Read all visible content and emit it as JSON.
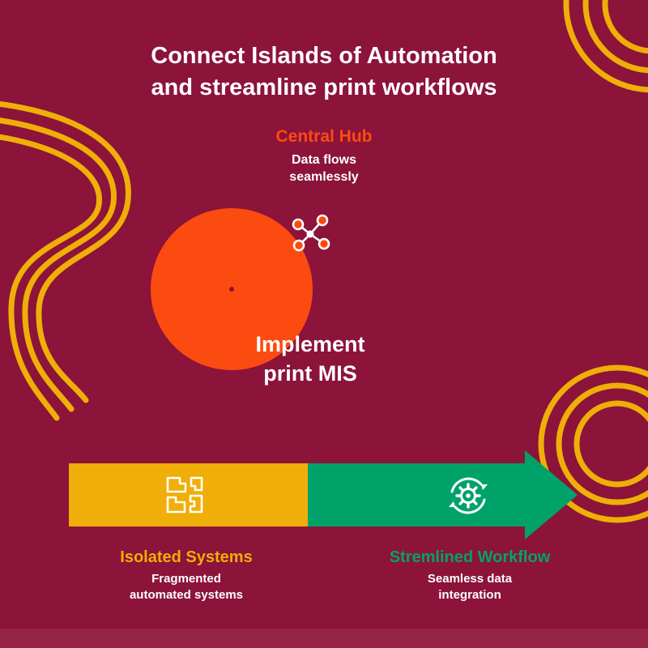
{
  "colors": {
    "background": "#8C1339",
    "orange": "#FC4B10",
    "gold": "#EFAE08",
    "green": "#00A26A",
    "white": "#FFFFFF"
  },
  "header": {
    "title_line1": "Connect Islands of Automation",
    "title_line2": "and streamline print workflows"
  },
  "hub": {
    "label": "Central Hub",
    "subtext_line1": "Data flows",
    "subtext_line2": "seamlessly",
    "icon": "network-nodes-icon"
  },
  "ring": {
    "text_line1": "Implement",
    "text_line2": "print MIS"
  },
  "isolated": {
    "label": "Isolated Systems",
    "subtext_line1": "Fragmented",
    "subtext_line2": "automated systems",
    "icon": "fragmented-blocks-icon"
  },
  "streamlined": {
    "label": "Stremlined Workflow",
    "subtext_line1": "Seamless data",
    "subtext_line2": "integration",
    "icon": "sync-gear-icon"
  }
}
